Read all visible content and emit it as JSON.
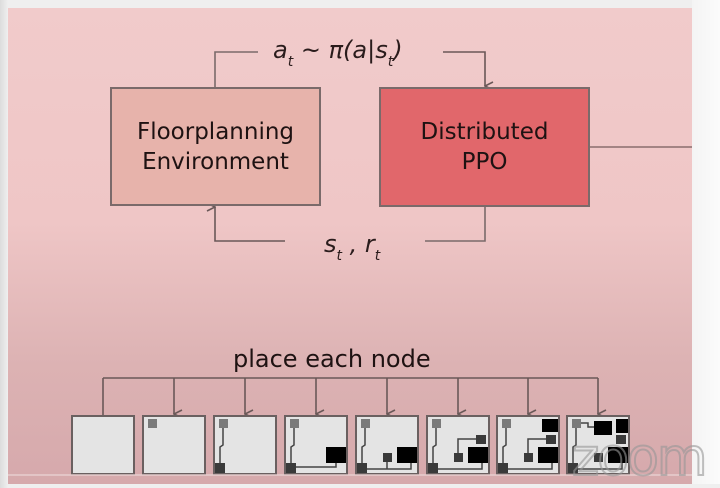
{
  "diagram": {
    "environment_box": {
      "line1": "Floorplanning",
      "line2": "Environment",
      "color": "#e7b3ab"
    },
    "ppo_box": {
      "line1": "Distributed",
      "line2": "PPO",
      "color": "#e1676b"
    },
    "action_label": {
      "main": "a",
      "sub": "t",
      "rest": " ~ π(a|s",
      "sub2": "t",
      "close": ")"
    },
    "state_reward_label": {
      "s": "s",
      "s_sub": "t",
      "sep": " , ",
      "r": "r",
      "r_sub": "t"
    },
    "place_label": "place each node",
    "floorplan_steps": 8,
    "watermark": "zoom"
  }
}
